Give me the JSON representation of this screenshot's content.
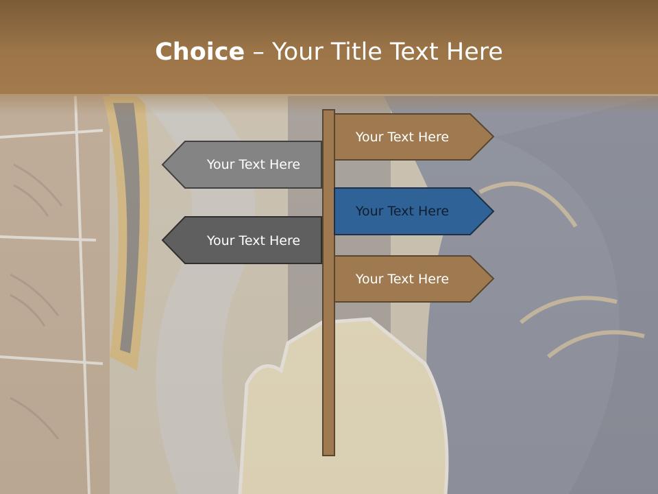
{
  "slide": {
    "title_strong": "Choice",
    "title_rest": " – Your Title Text Here",
    "signs": {
      "right_top": "Your Text Here",
      "left_top": "Your Text Here",
      "right_middle": "Your Text Here",
      "left_bottom": "Your Text Here",
      "right_bottom": "Your Text Here"
    }
  },
  "colors": {
    "header": "#9c7548",
    "post": "#9f7a50",
    "sign_brown": "#9f7a50",
    "sign_gray": "#848484",
    "sign_dark_gray": "#5f5f5f",
    "sign_blue": "#2f6296",
    "sign_border": "#5a4630"
  }
}
